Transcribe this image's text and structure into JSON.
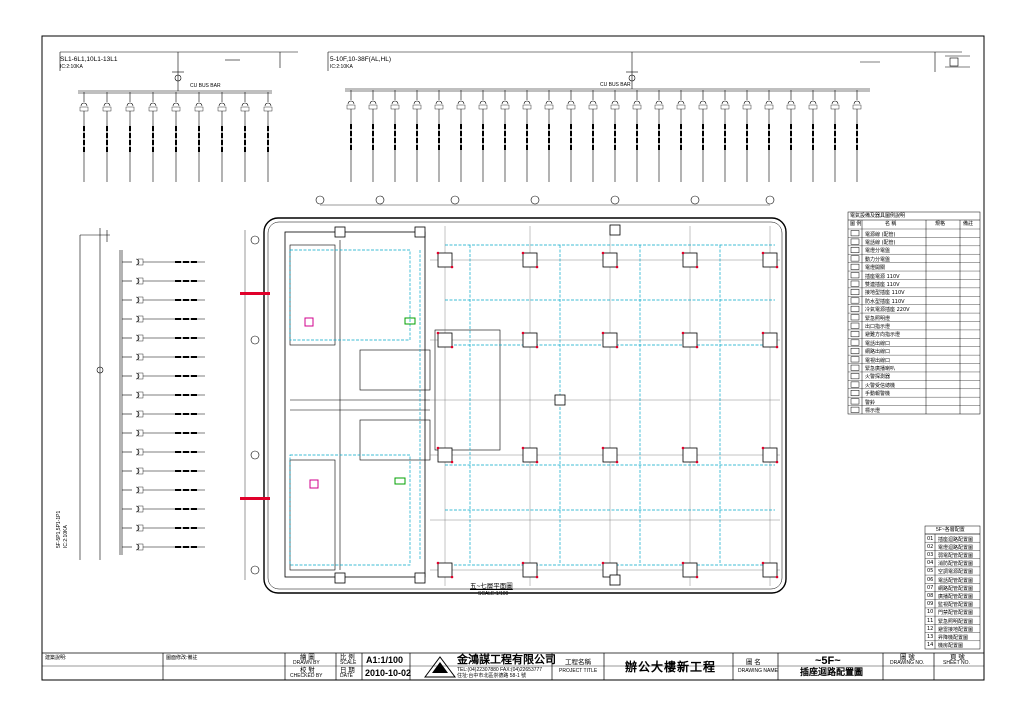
{
  "title_block": {
    "drawn_by_label": "繪 圖",
    "drawn_by_en": "DRAWN BY",
    "checked_by_label": "校 對",
    "checked_by_en": "CHECKED BY",
    "scale_label": "比 例",
    "scale_en": "SCALE",
    "scale_value": "A1:1/100",
    "date_label": "日 期",
    "date_en": "DATE",
    "date_value": "2010-10-02",
    "company_name": "金鴻謀工程有限公司",
    "company_tel": "TEL:(04)22307880  FAX:(04)22653777",
    "company_address": "住址:台中市北區崇德路 58-1 號",
    "project_label": "工程名稱",
    "project_en": "PROJECT TITLE",
    "project_value": "辦公大樓新工程",
    "drawing_name_label": "圖 名",
    "drawing_name_en": "DRAWING NAME",
    "drawing_floor": "~5F~",
    "drawing_title": "插座迴路配置圖",
    "drawing_no_label": "圖 號",
    "drawing_no_en": "DRAWING NO.",
    "sheet_no_label": "頁 號",
    "sheet_no_en": "SHEET NO.",
    "remarks_label": "建築說明:",
    "revision_label": "圖面修改:備註"
  },
  "panels": {
    "left_panel_title": "SL1-6L1,10L1-13L1",
    "left_panel_ic": "IC:2:10KA",
    "center_panel_title": "5-10F,10-38F(AL,HL)",
    "center_panel_ic": "IC:2:10KA",
    "cu_bus_bar": "CU BUS BAR",
    "vertical_panel_title": "5F-5P1,5P1-1P1",
    "vertical_panel_ic": "IC:2:10KA"
  },
  "plan": {
    "caption": "五~七層平面圖",
    "caption_scale": "SCALE:1/100"
  },
  "legend": {
    "title": "電氣設備及器具圖例說明",
    "col_symbol": "圖 例",
    "col_name": "名 稱",
    "col_spec": "規格",
    "col_note": "備註",
    "rows": [
      "電源線 (配管)",
      "電話線 (配管)",
      "電燈分電盤",
      "動力分電盤",
      "電燈開關",
      "插座電源 110V",
      "雙連插座 110V",
      "接地型插座 110V",
      "防水型插座 110V",
      "冷氣電源插座 220V",
      "緊急照明燈",
      "出口指示燈",
      "避難方向指示燈",
      "電話出線口",
      "網路出線口",
      "電視出線口",
      "緊急廣播喇叭",
      "火警探測器",
      "火警受信總機",
      "手動報警機",
      "警鈴",
      "標示燈"
    ]
  },
  "sheet_index": {
    "title": "5F~各層配置",
    "items": [
      {
        "no": "01",
        "name": "插座迴路配置圖"
      },
      {
        "no": "02",
        "name": "電燈迴路配置圖"
      },
      {
        "no": "03",
        "name": "弱電配管配置圖"
      },
      {
        "no": "04",
        "name": "消防配管配置圖"
      },
      {
        "no": "05",
        "name": "空調電源配置圖"
      },
      {
        "no": "06",
        "name": "電話配管配置圖"
      },
      {
        "no": "07",
        "name": "網路配管配置圖"
      },
      {
        "no": "08",
        "name": "廣播配管配置圖"
      },
      {
        "no": "09",
        "name": "監視配管配置圖"
      },
      {
        "no": "10",
        "name": "門禁配管配置圖"
      },
      {
        "no": "11",
        "name": "緊急照明配置圖"
      },
      {
        "no": "12",
        "name": "避雷接地配置圖"
      },
      {
        "no": "13",
        "name": "昇降機配置圖"
      },
      {
        "no": "14",
        "name": "機房配置圖"
      }
    ]
  },
  "colors": {
    "line": "#000000",
    "cyan": "#00a6c8",
    "red": "#e0002a",
    "magenta": "#d0008c",
    "green": "#00a000",
    "grey": "#6a6a6a"
  }
}
